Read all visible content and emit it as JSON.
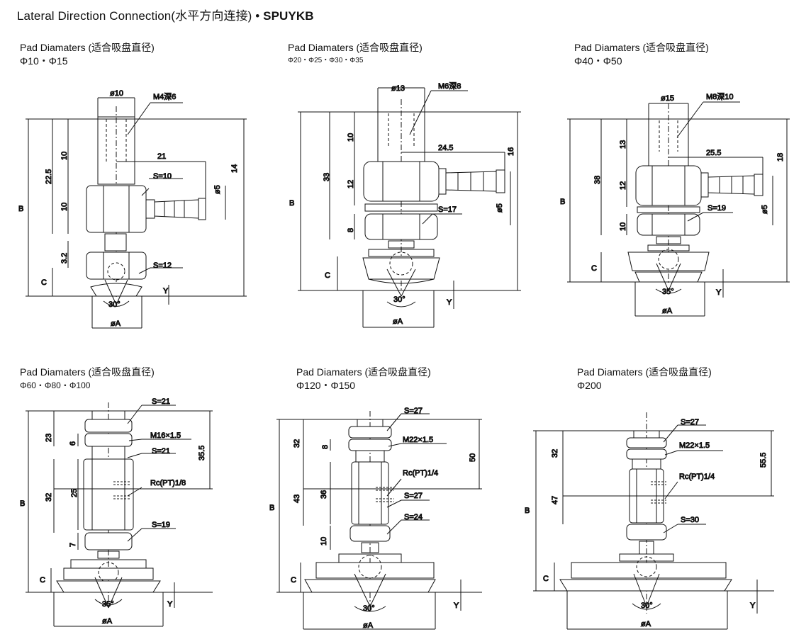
{
  "header": {
    "title": "Lateral Direction Connection(水平方向连接)",
    "separator": "•",
    "model": "SPUYKB"
  },
  "panels": [
    {
      "caption": "Pad Diamaters (适合吸盘直径)",
      "sizes": "Φ10・Φ15",
      "dims": {
        "shaft_dia": "ø10",
        "thread": "M4深6",
        "d1": "10",
        "d2": "22.5",
        "d3": "10",
        "d4": "3.2",
        "d5": "C",
        "d6": "B",
        "length": "21",
        "hose": "ø5",
        "total": "14",
        "hex1": "S=10",
        "hex2": "S=12",
        "angle": "30°",
        "pad": "øA",
        "y": "Y"
      }
    },
    {
      "caption": "Pad Diamaters (适合吸盘直径)",
      "sizes": "Φ20・Φ25・Φ30・Φ35",
      "dims": {
        "shaft_dia": "ø13",
        "thread": "M6深8",
        "d1": "10",
        "d2": "33",
        "d3": "12",
        "d4": "8",
        "d5": "C",
        "d6": "B",
        "length": "24.5",
        "hose": "ø5",
        "total": "16",
        "hex1": "S=17",
        "angle": "30°",
        "pad": "øA",
        "y": "Y"
      }
    },
    {
      "caption": "Pad Diamaters (适合吸盘直径)",
      "sizes": "Φ40・Φ50",
      "dims": {
        "shaft_dia": "ø15",
        "thread": "M8深10",
        "d1": "13",
        "d2": "38",
        "d3": "12",
        "d4": "10",
        "d5": "C",
        "d6": "B",
        "length": "25.5",
        "hose": "ø5",
        "total": "18",
        "hex1": "S=19",
        "angle": "35°",
        "pad": "øA",
        "y": "Y"
      }
    },
    {
      "caption": "Pad Diamaters (适合吸盘直径)",
      "sizes": "Φ60・Φ80・Φ100",
      "dims": {
        "s_top": "S=21",
        "thread": "M16×1.5",
        "s_mid": "S=21",
        "port": "Rc(PT)1/8",
        "s_bot": "S=19",
        "d1": "23",
        "d2": "6",
        "d3": "32",
        "d4": "25",
        "d5": "7",
        "total": "35.5",
        "d6": "B",
        "d7": "C",
        "angle": "35°",
        "pad": "øA",
        "y": "Y"
      }
    },
    {
      "caption": "Pad Diamaters (适合吸盘直径)",
      "sizes": "Φ120・Φ150",
      "dims": {
        "s_top": "S=27",
        "thread": "M22×1.5",
        "port": "Rc(PT)1/4",
        "s_mid": "S=27",
        "s_bot": "S=24",
        "d1": "32",
        "d2": "8",
        "d3": "43",
        "d4": "36",
        "d5": "10",
        "total": "50",
        "d6": "B",
        "d7": "C",
        "angle": "30°",
        "pad": "øA",
        "y": "Y"
      }
    },
    {
      "caption": "Pad Diamaters (适合吸盘直径)",
      "sizes": "Φ200",
      "dims": {
        "s_top": "S=27",
        "thread": "M22×1.5",
        "port": "Rc(PT)1/4",
        "s_bot": "S=30",
        "d1": "32",
        "d2": "47",
        "total": "55.5",
        "d6": "B",
        "d7": "C",
        "angle": "30°",
        "pad": "øA",
        "y": "Y"
      }
    }
  ]
}
